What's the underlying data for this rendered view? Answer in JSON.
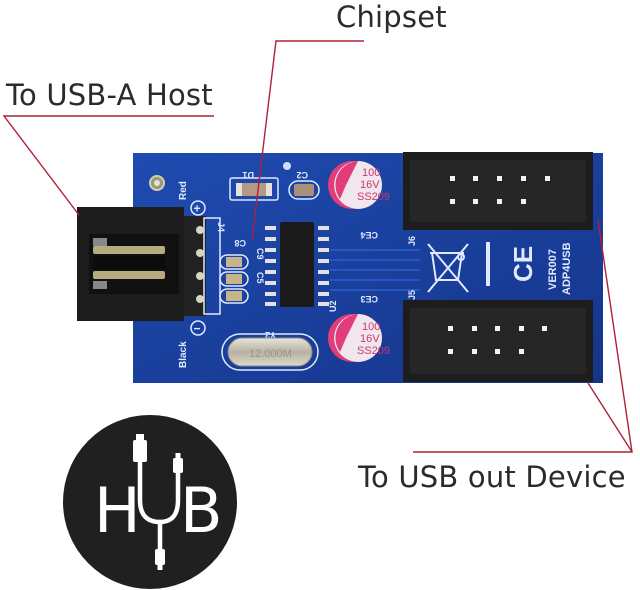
{
  "callouts": {
    "chipset": "Chipset",
    "host": "To USB-A Host",
    "device": "To USB out Device"
  },
  "board": {
    "model_line1": "VER007",
    "model_line2": "ADP4USB",
    "ce_mark": "CE",
    "wire_red": "Red",
    "wire_black": "Black",
    "plus_symbol": "+",
    "minus_symbol": "−",
    "designators": {
      "d1": "D1",
      "c2": "C2",
      "c8": "C8",
      "c9": "C9",
      "c5": "C5",
      "j4": "J4",
      "u2": "U2",
      "y2": "Y2",
      "ce4": "CE4",
      "ce3": "CE3",
      "j6": "J6",
      "j5": "J5"
    },
    "capacitor_top": {
      "line1": "100",
      "line2": "16V",
      "line3": "SS209"
    },
    "capacitor_bottom": {
      "line1": "100",
      "line2": "16V",
      "line3": "SS209"
    },
    "crystal_label": "12.000M"
  },
  "logo": {
    "text_left": "H",
    "text_mid": "U",
    "text_right": "B"
  },
  "colors": {
    "pcb_blue": "#1a3f9c",
    "leader_red": "#b0203a",
    "connector_black": "#1c1c1c",
    "capacitor_pink": "#e23c7a"
  }
}
